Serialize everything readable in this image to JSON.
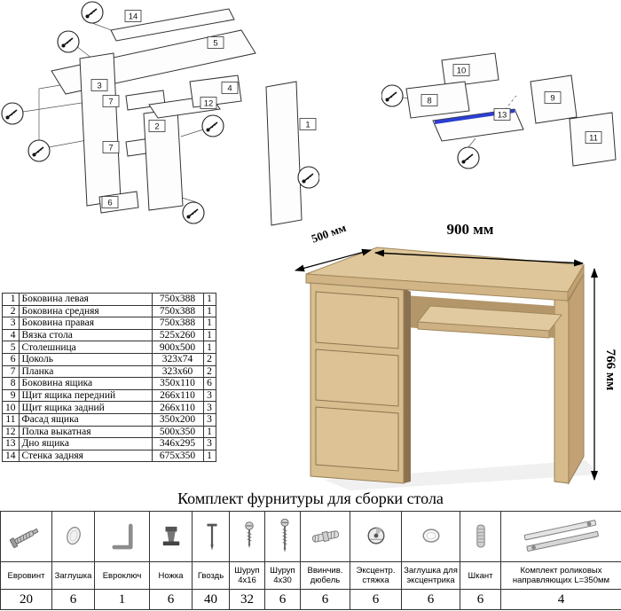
{
  "parts_table": {
    "rows": [
      {
        "num": "1",
        "name": "Боковина левая",
        "size": "750x388",
        "qty": "1"
      },
      {
        "num": "2",
        "name": "Боковина средняя",
        "size": "750x388",
        "qty": "1"
      },
      {
        "num": "3",
        "name": "Боковина правая",
        "size": "750x388",
        "qty": "1"
      },
      {
        "num": "4",
        "name": "Вязка стола",
        "size": "525x260",
        "qty": "1"
      },
      {
        "num": "5",
        "name": "Столешница",
        "size": "900x500",
        "qty": "1"
      },
      {
        "num": "6",
        "name": "Цоколь",
        "size": "323x74",
        "qty": "2"
      },
      {
        "num": "7",
        "name": "Планка",
        "size": "323x60",
        "qty": "2"
      },
      {
        "num": "8",
        "name": "Боковина ящика",
        "size": "350x110",
        "qty": "6"
      },
      {
        "num": "9",
        "name": "Щит ящика передний",
        "size": "266x110",
        "qty": "3"
      },
      {
        "num": "10",
        "name": "Щит ящика задний",
        "size": "266x110",
        "qty": "3"
      },
      {
        "num": "11",
        "name": "Фасад ящика",
        "size": "350x200",
        "qty": "3"
      },
      {
        "num": "12",
        "name": "Полка выкатная",
        "size": "500x350",
        "qty": "1"
      },
      {
        "num": "13",
        "name": "Дно ящика",
        "size": "346x295",
        "qty": "3"
      },
      {
        "num": "14",
        "name": "Стенка задняя",
        "size": "675x350",
        "qty": "1"
      }
    ]
  },
  "hardware": {
    "heading": "Комплект фурнитуры для сборки стола",
    "items": [
      {
        "label": "Евровинт",
        "qty": "20",
        "icon": "euroscrew-icon"
      },
      {
        "label": "Заглушка",
        "qty": "6",
        "icon": "plug-icon"
      },
      {
        "label": "Евроключ",
        "qty": "1",
        "icon": "hexkey-icon"
      },
      {
        "label": "Ножка",
        "qty": "6",
        "icon": "leg-icon"
      },
      {
        "label": "Гвоздь",
        "qty": "40",
        "icon": "nail-icon"
      },
      {
        "label": "Шуруп 4x16",
        "qty": "32",
        "icon": "screw-icon"
      },
      {
        "label": "Шуруп 4x30",
        "qty": "6",
        "icon": "screw-icon"
      },
      {
        "label": "Ввинчив. дюбель",
        "qty": "6",
        "icon": "dowel-screw-icon"
      },
      {
        "label": "Эксцентр. стяжка",
        "qty": "6",
        "icon": "eccentric-cam-icon"
      },
      {
        "label": "Заглушка для эксцентрика",
        "qty": "6",
        "icon": "eccentric-cap-icon"
      },
      {
        "label": "Шкант",
        "qty": "6",
        "icon": "dowel-icon"
      },
      {
        "label": "Комплект роликовых направляющих L=350мм",
        "qty": "4",
        "icon": "roller-guides-icon"
      }
    ]
  },
  "desk": {
    "dimensions": {
      "depth": "500 мм",
      "width": "900 мм",
      "height": "766 мм"
    },
    "colors": {
      "wood": "#d8bd8e",
      "wood_dark": "#c2a274",
      "accent_blue": "#2b3fd0"
    }
  },
  "diagram_left": {
    "part_labels": [
      "14",
      "5",
      "3",
      "7",
      "7",
      "6",
      "2",
      "12",
      "4",
      "1"
    ]
  },
  "diagram_right": {
    "part_labels": [
      "10",
      "8",
      "9",
      "13",
      "11"
    ]
  }
}
